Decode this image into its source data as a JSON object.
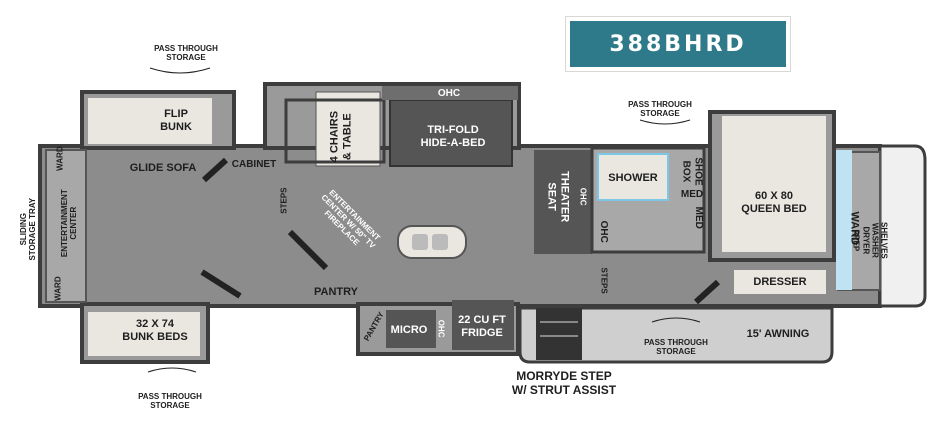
{
  "model": "388BHRD",
  "colors": {
    "badge": "#2f7a8a",
    "floor": "#8c8c8c",
    "wall": "#3d3d3d",
    "furniture_dark": "#555555",
    "bed": "#e9e7df",
    "water": "#bfe3f2",
    "awning": "#cfcfcf"
  },
  "labels": {
    "pass_through_top_left": "PASS THROUGH\nSTORAGE",
    "pass_through_top_right": "PASS THROUGH\nSTORAGE",
    "pass_through_bottom_left": "PASS THROUGH\nSTORAGE",
    "pass_through_bottom_mid": "PASS THROUGH\nSTORAGE",
    "flip_bunk": "FLIP\nBUNK",
    "glide_sofa": "GLIDE SOFA",
    "cabinet": "CABINET",
    "chairs_table": "4 CHAIRS\n& TABLE",
    "ohc_top": "OHC",
    "tri_fold": "TRI-FOLD\nHIDE-A-BED",
    "ward_left_top": "WARD",
    "ward_left_bottom": "WARD",
    "entertainment_left": "ENTERTAINMENT\nCENTER",
    "sliding_tray": "SLIDING\nSTORAGE TRAY",
    "steps_left": "STEPS",
    "fireplace": "ENTERTAINMENT\nCENTER W/ 50\" TV\nFIREPLACE",
    "pantry_main": "PANTRY",
    "bunk_beds": "32 X 74\nBUNK BEDS",
    "pantry_small": "PANTRY",
    "micro": "MICRO",
    "ohc_micro": "OHC",
    "fridge": "22 CU FT\nFRIDGE",
    "theater_seat": "THEATER\nSEAT",
    "ohc_theater": "OHC",
    "shower": "SHOWER",
    "shoe_box": "SHOE\nBOX",
    "med": "MED",
    "med2": "MED",
    "ohc_bath": "OHC",
    "steps_right": "STEPS",
    "queen_bed": "60 X 80\nQUEEN BED",
    "ward_right": "WARD",
    "shelves_washer": "SHELVES\nWASHER\nDRYER\nPREP",
    "dresser": "DRESSER",
    "awning": "15' AWNING",
    "morryde": "MORRYDE STEP\nW/ STRUT ASSIST"
  }
}
